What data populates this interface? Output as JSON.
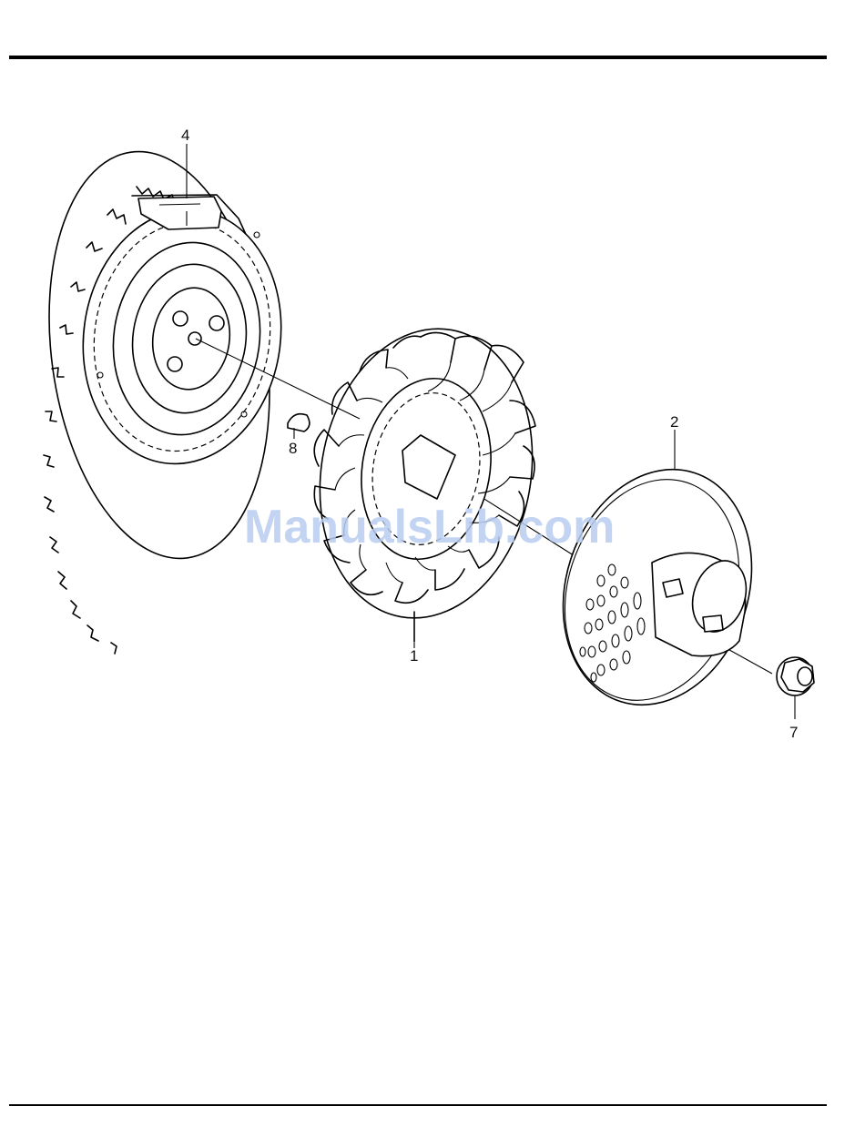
{
  "callouts": {
    "flywheel": "4",
    "key": "8",
    "fan": "1",
    "screen": "2",
    "nut": "7"
  },
  "watermark": "ManualsLib.com"
}
